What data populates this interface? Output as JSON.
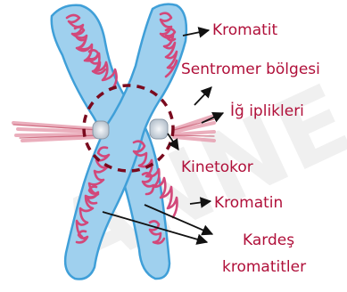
{
  "diagram": {
    "labels": {
      "kromatit": "Kromatit",
      "sentromer": "Sentromer bölgesi",
      "ig_iplikleri": "İğ iplikleri",
      "kinetokor": "Kinetokor",
      "kromatin": "Kromatin",
      "kardes_line1": "Kardeş",
      "kardes_line2": "kromatitler"
    },
    "watermark": "ANNE"
  },
  "colors": {
    "label_text": "#b0103a",
    "arrow": "#111111",
    "chromatid_fill": "#9fd0ee",
    "chromatid_outline": "#3f9fd8",
    "chromatin": "#d2487a",
    "centromere_ring": "#7a0a1e",
    "spindle": "#e7a0b1"
  }
}
